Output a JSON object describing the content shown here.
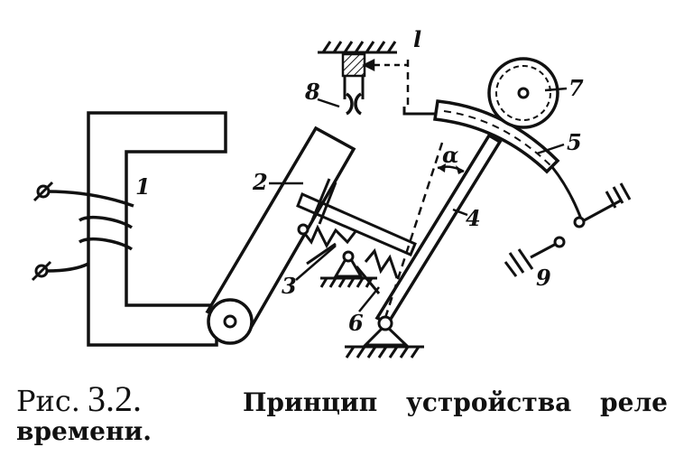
{
  "figure": {
    "labels": {
      "l1": "1",
      "l2": "2",
      "l3": "3",
      "l4": "4",
      "l5": "5",
      "l6": "6",
      "l7": "7",
      "l8": "8",
      "l9": "9",
      "lt": "l",
      "alpha": "α"
    }
  },
  "caption": {
    "prefix": "Рис.",
    "number": "3.2.",
    "title": "Принцип устройства реле",
    "title_cont": "времени."
  }
}
